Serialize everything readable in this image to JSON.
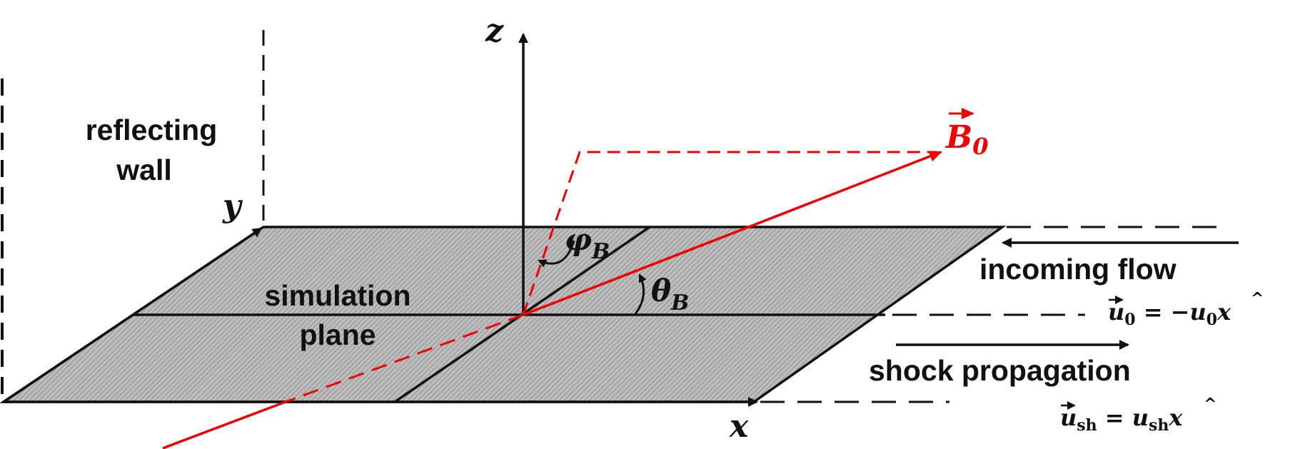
{
  "labels": {
    "reflecting_wall_line1": "reflecting",
    "reflecting_wall_line2": "wall",
    "simulation_plane_line1": "simulation",
    "simulation_plane_line2": "plane",
    "incoming_flow": "incoming flow",
    "shock_propagation": "shock propagation"
  },
  "axes": {
    "x": "x",
    "y": "y",
    "z": "z"
  },
  "symbols": {
    "b_field_main": "B",
    "b_field_sub": "0",
    "phi_main": "φ",
    "phi_sub": "B",
    "theta_main": "θ",
    "theta_sub": "B"
  },
  "equations": {
    "u0_lhs": "u",
    "u0_sub": "0",
    "u0_rhs_prefix": " = −",
    "u0_rhs_var": "u",
    "u0_rhs_sub": "0",
    "u0_rhs_unit": "x",
    "ush_lhs": "u",
    "ush_sub": "sh",
    "ush_rhs_prefix": " = ",
    "ush_rhs_var": "u",
    "ush_rhs_sub": "sh",
    "ush_rhs_unit": "x"
  },
  "colors": {
    "magnetic_field": "#ee0000",
    "axes": "#111111",
    "plane_fill": "#bdbdbd",
    "plane_hatch": "#6e6e6e"
  }
}
